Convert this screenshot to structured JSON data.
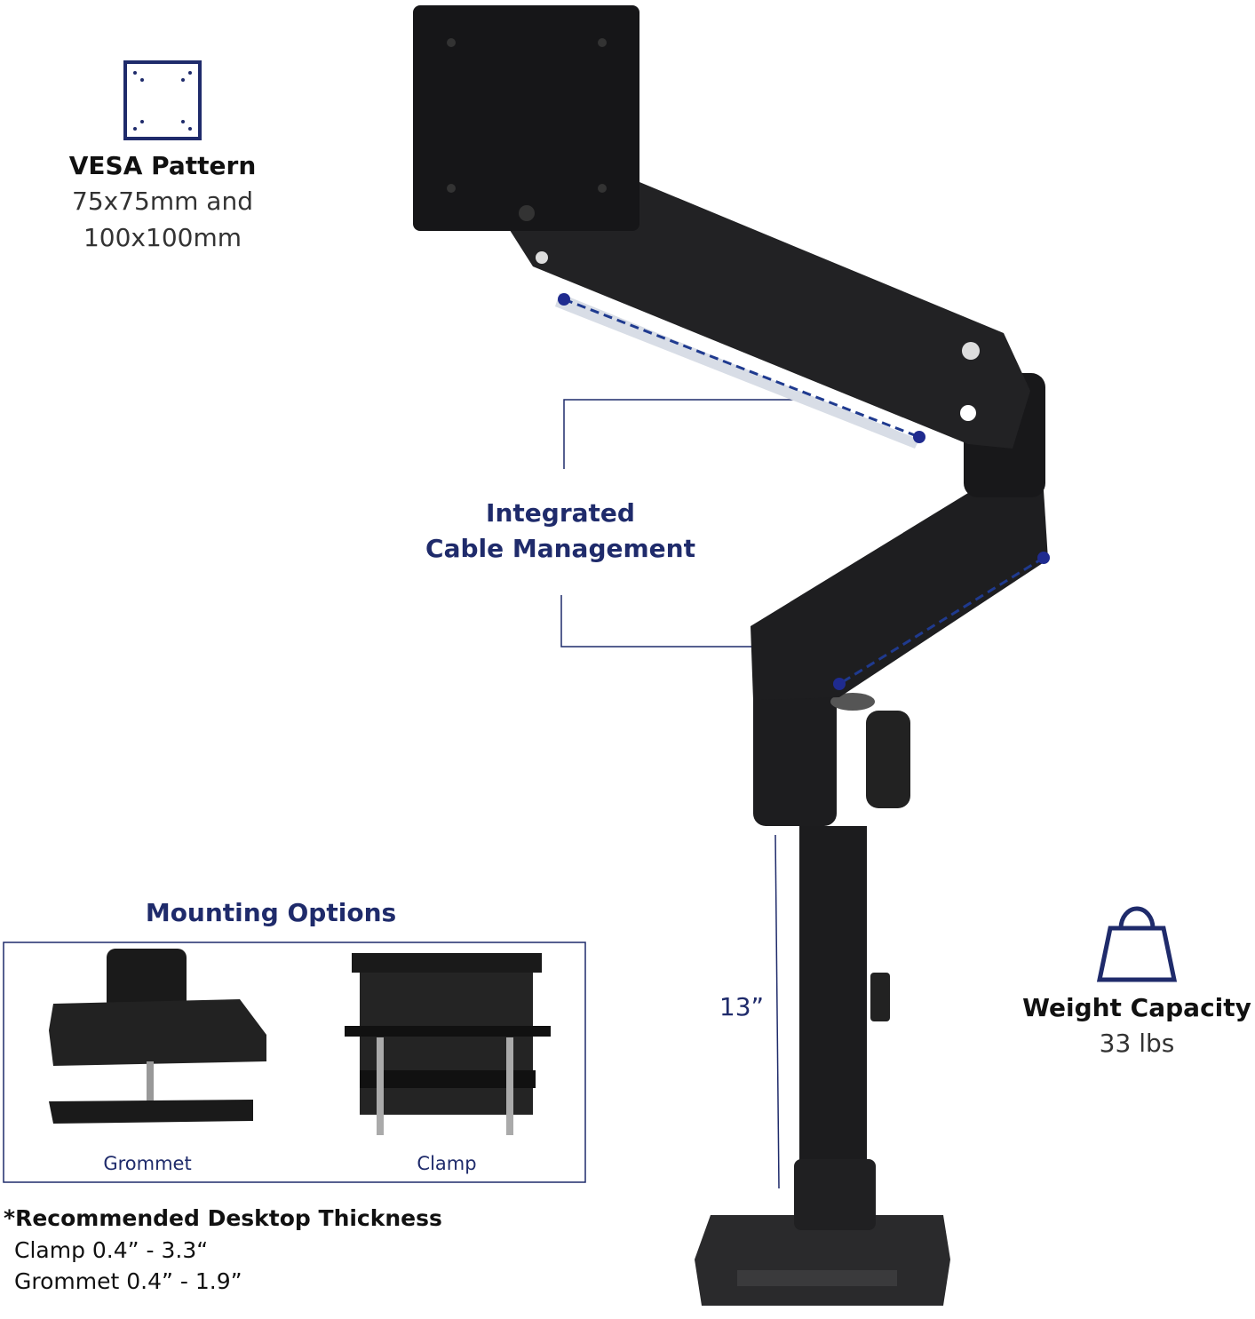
{
  "colors": {
    "accent": "#1f2b6b",
    "product": "#1b1b1d"
  },
  "vesa": {
    "icon": "vesa-pattern-icon",
    "title": "VESA Pattern",
    "line1": "75x75mm and",
    "line2": "100x100mm"
  },
  "cable": {
    "line1": "Integrated",
    "line2": "Cable Management"
  },
  "height_label": "13”",
  "weight": {
    "icon": "weight-bag-icon",
    "title": "Weight Capacity",
    "value": "33 lbs"
  },
  "mounting": {
    "title": "Mounting Options",
    "options": [
      {
        "label": "Grommet"
      },
      {
        "label": "Clamp"
      }
    ]
  },
  "thickness": {
    "title": "*Recommended Desktop Thickness",
    "clamp": "Clamp 0.4” - 3.3“",
    "grommet": "Grommet 0.4” - 1.9”"
  }
}
